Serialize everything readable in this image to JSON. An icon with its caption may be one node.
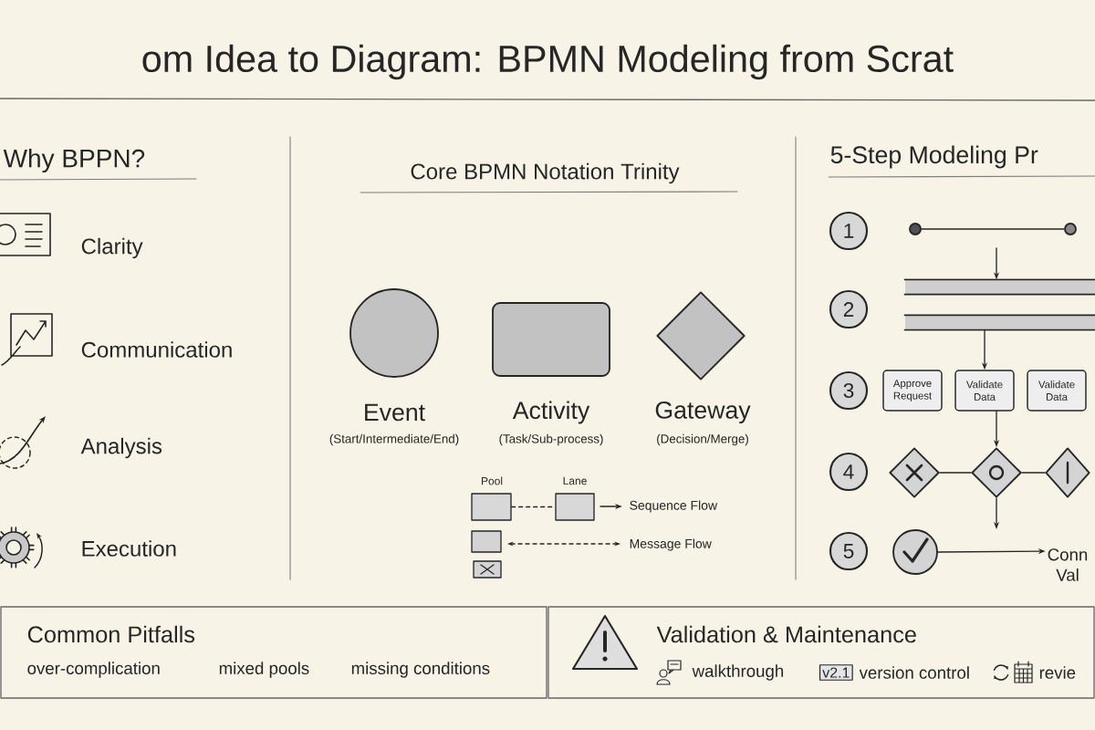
{
  "diagram": {
    "title": "om Idea to Diagram: BPMN Modeling from Scrat",
    "nodes": [
      {
        "text": [
          "Event",
          "(Start/Intermediate/End)"
        ]
      },
      {
        "text": [
          "Activity",
          "(Task/Sub-process)"
        ]
      },
      {
        "text": [
          "Gateway",
          "(Decision/Merge)"
        ]
      },
      {
        "text": [
          "Pool"
        ]
      },
      {
        "text": [
          "Lane"
        ]
      },
      {
        "text": [],
        "shape": "box"
      },
      {
        "text": [],
        "shape": "box"
      },
      {
        "text": [
          "1"
        ]
      },
      {
        "text": [],
        "shape": "circle"
      },
      {
        "text": [],
        "shape": "circle"
      },
      {
        "text": [
          "2"
        ]
      },
      {
        "text": [],
        "shape": "bar"
      },
      {
        "text": [],
        "shape": "bar"
      },
      {
        "text": [
          "3"
        ]
      },
      {
        "text": [
          "Approve Request"
        ]
      },
      {
        "text": [
          "Validate Data"
        ]
      },
      {
        "text": [
          "Validate Data"
        ]
      },
      {
        "text": [
          "4"
        ]
      },
      {
        "text": [],
        "shape": "diamond"
      },
      {
        "text": [],
        "shape": "diamond"
      },
      {
        "text": [],
        "shape": "diamond"
      },
      {
        "text": [
          "5"
        ]
      },
      {
        "text": [],
        "shape": "circle"
      },
      {
        "text": [
          "Conn Val"
        ]
      },
      {
        "text": [
          "Common Pitfalls",
          "over-complication",
          "mixed pools",
          "missing conditions"
        ]
      },
      {
        "text": [
          "Validation & Maintenance",
          "walkthrough",
          "version control",
          "revie"
        ]
      },
      {
        "text": [
          "v2.1"
        ],
        "in": 25
      }
    ],
    "edges": [
      {
        "from": 3,
        "to": 4,
        "arrow": "none",
        "style": "dashed"
      },
      {
        "from": 8,
        "to": 9,
        "arrow": "none"
      },
      {
        "from": null,
        "to": 11,
        "arrow": "to"
      },
      {
        "from": 12,
        "to": 15,
        "arrow": "to"
      },
      {
        "from": 15,
        "to": 19,
        "arrow": "to"
      },
      {
        "from": 18,
        "to": 19,
        "arrow": "none"
      },
      {
        "from": 19,
        "to": 20,
        "arrow": "none"
      },
      {
        "from": 19,
        "to": null,
        "arrow": "to"
      },
      {
        "from": 22,
        "to": 23,
        "arrow": "to"
      }
    ],
    "labels": [
      "Why BPPN?",
      "Clarity",
      "Communication",
      "Analysis",
      "Execution",
      "Core BPMN Notation Trinity",
      "5-Step Modeling Pr"
    ],
    "legend": [
      {
        "text": "Sequence Flow"
      },
      {
        "text": "Message Flow"
      }
    ]
  }
}
